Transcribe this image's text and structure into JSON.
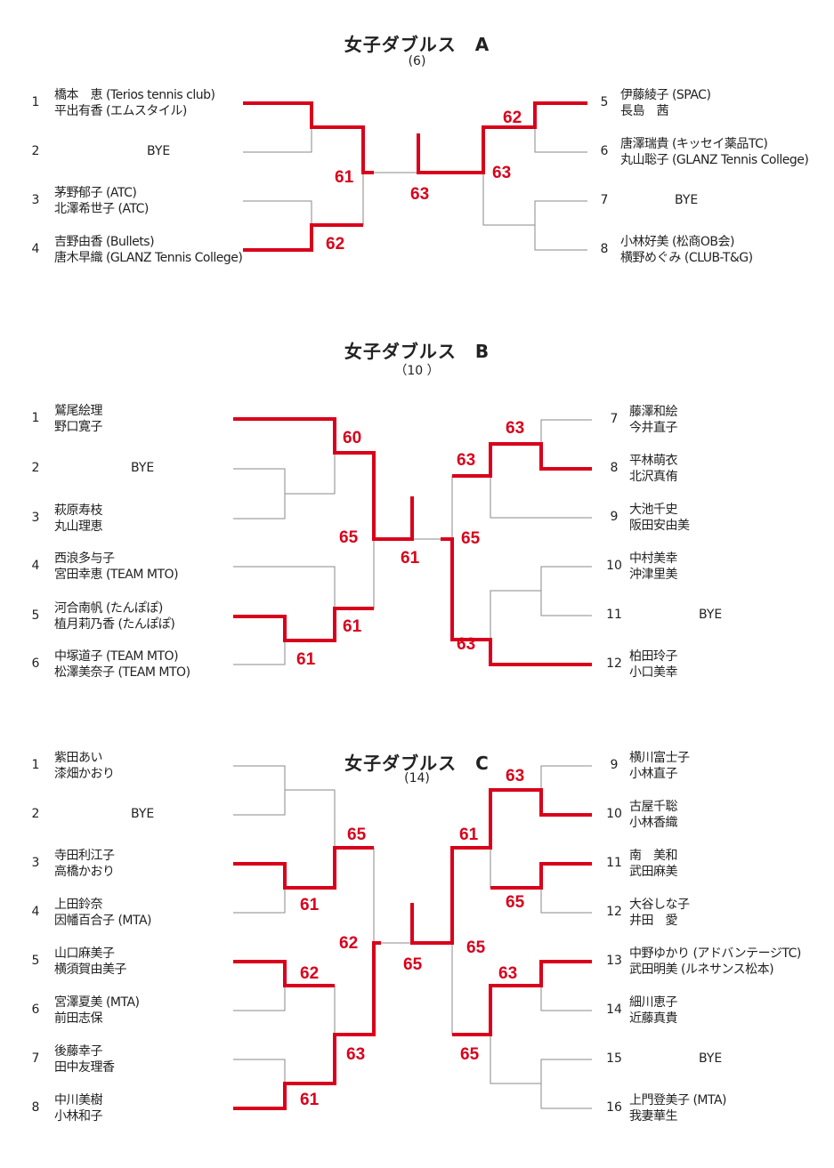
{
  "sections": [
    {
      "title": "女子ダブルス　A",
      "sub": "(6)",
      "left": [
        {
          "num": "1",
          "line1": "橋本　恵 (Terios tennis club)",
          "line2": "平出有香 (エムスタイル)"
        },
        {
          "num": "2",
          "bye": "BYE"
        },
        {
          "num": "3",
          "line1": "茅野郁子 (ATC)",
          "line2": "北澤希世子 (ATC)"
        },
        {
          "num": "4",
          "line1": "吉野由香 (Bullets)",
          "line2": "唐木早織 (GLANZ Tennis College)"
        }
      ],
      "right": [
        {
          "num": "5",
          "line1": "伊藤綾子 (SPAC)",
          "line2": "長島　茜"
        },
        {
          "num": "6",
          "line1": "唐澤瑞貴 (キッセイ薬品TC)",
          "line2": "丸山聡子 (GLANZ Tennis College)"
        },
        {
          "num": "7",
          "bye": "BYE"
        },
        {
          "num": "8",
          "line1": "小林好美 (松商OB会)",
          "line2": "横野めぐみ (CLUB-T&G)"
        }
      ],
      "scores": [
        "61",
        "62",
        "63",
        "62",
        "63"
      ]
    },
    {
      "title": "女子ダブルス　B",
      "sub": "（10 ）",
      "left": [
        {
          "num": "1",
          "line1": "鷲尾絵理",
          "line2": "野口寛子"
        },
        {
          "num": "2",
          "bye": "BYE"
        },
        {
          "num": "3",
          "line1": "萩原寿枝",
          "line2": "丸山理恵"
        },
        {
          "num": "4",
          "line1": "西浪多与子",
          "line2": "宮田幸恵 (TEAM MTO)"
        },
        {
          "num": "5",
          "line1": "河合南帆 (たんぽぽ)",
          "line2": "植月莉乃香 (たんぽぽ)"
        },
        {
          "num": "6",
          "line1": "中塚道子 (TEAM MTO)",
          "line2": "松澤美奈子 (TEAM MTO)"
        }
      ],
      "right": [
        {
          "num": "7",
          "line1": "藤澤和絵",
          "line2": "今井直子"
        },
        {
          "num": "8",
          "line1": "平林萌衣",
          "line2": "北沢真侑"
        },
        {
          "num": "9",
          "line1": "大池千史",
          "line2": "阪田安由美"
        },
        {
          "num": "10",
          "line1": "中村美幸",
          "line2": "沖津里美"
        },
        {
          "num": "11",
          "bye": "BYE"
        },
        {
          "num": "12",
          "line1": "柏田玲子",
          "line2": "小口美幸"
        }
      ],
      "scores": [
        "60",
        "65",
        "61",
        "61",
        "61",
        "63",
        "63",
        "65",
        "63"
      ]
    },
    {
      "title": "女子ダブルス　C",
      "sub": "(14)",
      "left": [
        {
          "num": "1",
          "line1": "紫田あい",
          "line2": "漆畑かおり"
        },
        {
          "num": "2",
          "bye": "BYE"
        },
        {
          "num": "3",
          "line1": "寺田利江子",
          "line2": "高橋かおり"
        },
        {
          "num": "4",
          "line1": "上田鈴奈",
          "line2": "因幡百合子 (MTA)"
        },
        {
          "num": "5",
          "line1": "山口麻美子",
          "line2": "横須賀由美子"
        },
        {
          "num": "6",
          "line1": "宮澤夏美 (MTA)",
          "line2": "前田志保"
        },
        {
          "num": "7",
          "line1": "後藤幸子",
          "line2": "田中友理香"
        },
        {
          "num": "8",
          "line1": "中川美樹",
          "line2": "小林和子"
        }
      ],
      "right": [
        {
          "num": "9",
          "line1": "横川富士子",
          "line2": "小林直子"
        },
        {
          "num": "10",
          "line1": "古屋千聡",
          "line2": "小林香織"
        },
        {
          "num": "11",
          "line1": "南　美和",
          "line2": "武田麻美"
        },
        {
          "num": "12",
          "line1": "大谷しな子",
          "line2": "井田　愛"
        },
        {
          "num": "13",
          "line1": "中野ゆかり (アドバンテージTC)",
          "line2": "武田明美 (ルネサンス松本)"
        },
        {
          "num": "14",
          "line1": "細川恵子",
          "line2": "近藤真貴"
        },
        {
          "num": "15",
          "bye": "BYE"
        },
        {
          "num": "16",
          "line1": "上門登美子 (MTA)",
          "line2": "我妻華生"
        }
      ],
      "scores": [
        "65",
        "61",
        "62",
        "62",
        "63",
        "61",
        "65",
        "63",
        "61",
        "65",
        "65",
        "63",
        "65"
      ]
    }
  ]
}
